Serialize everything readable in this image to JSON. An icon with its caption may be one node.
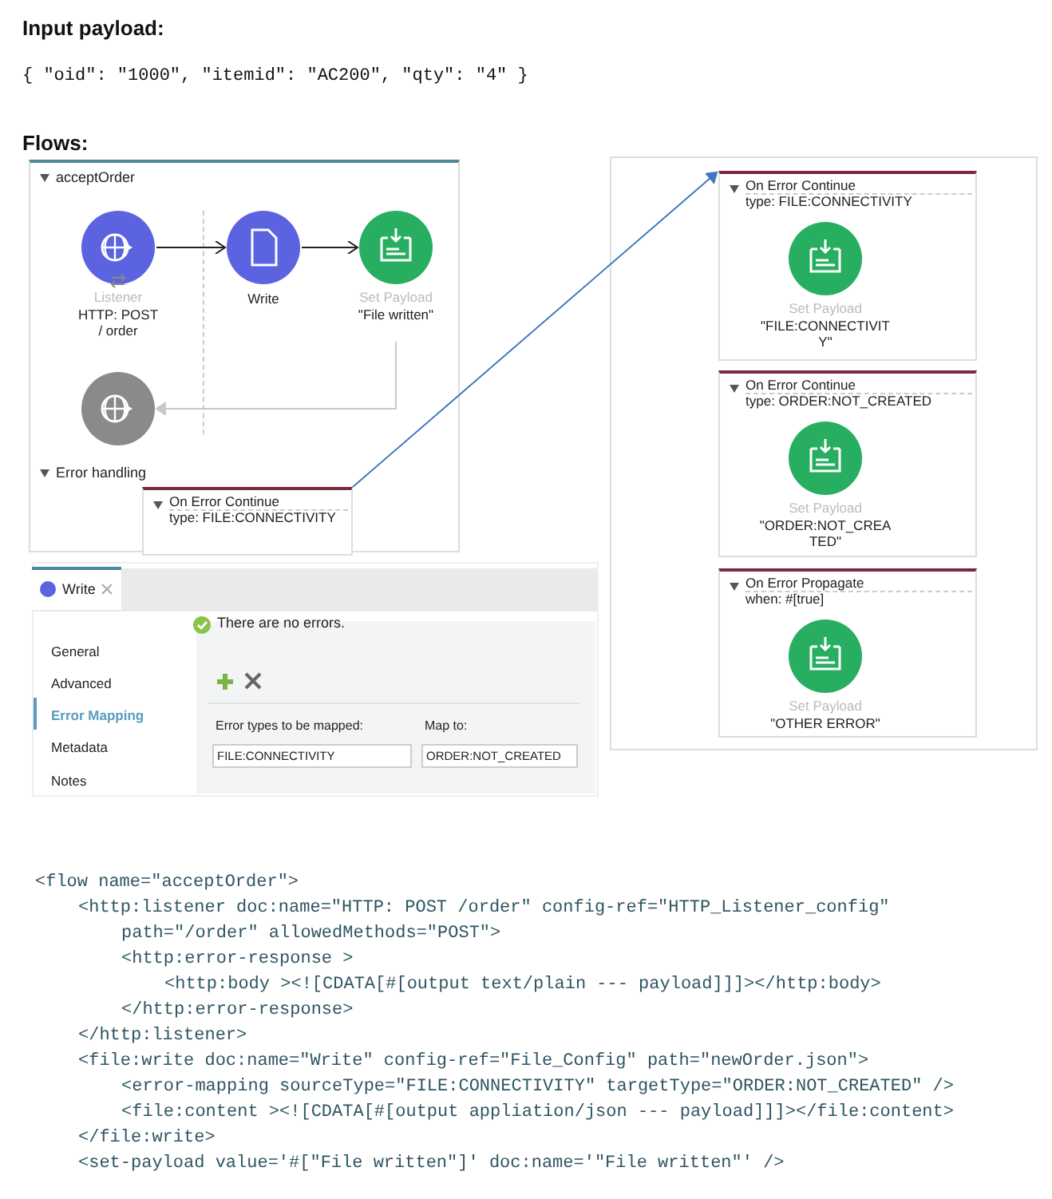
{
  "diagram": {
    "nodes": [
      {
        "text": [
          "acceptOrder",
          "Error handling"
        ]
      },
      {
        "text": [
          "Listener",
          "HTTP: POST / order"
        ],
        "in": 0
      },
      {
        "text": [
          "Write"
        ],
        "in": 0
      },
      {
        "text": [
          "Set Payload",
          "\"File written\""
        ],
        "in": 0
      },
      {
        "text": [],
        "shape": "circle",
        "in": 0
      },
      {
        "text": [
          "On Error Continue",
          "type: FILE:CONNECTIVITY"
        ],
        "in": 0
      },
      {
        "text": [
          "On Error Continue",
          "type: FILE:CONNECTIVITY"
        ]
      },
      {
        "text": [
          "Set Payload",
          "\"FILE:CONNECTIVITY\""
        ],
        "in": 6
      },
      {
        "text": [
          "On Error Continue",
          "type: ORDER:NOT_CREATED"
        ]
      },
      {
        "text": [
          "Set Payload",
          "\"ORDER:NOT_CREATED\""
        ],
        "in": 8
      },
      {
        "text": [
          "On Error Propagate",
          "when: #[true]"
        ]
      },
      {
        "text": [
          "Set Payload",
          "\"OTHER ERROR\""
        ],
        "in": 10
      }
    ],
    "edges": [
      {
        "from": 1,
        "to": 2,
        "arrow": "to"
      },
      {
        "from": 2,
        "to": 3,
        "arrow": "to"
      },
      {
        "from": 3,
        "to": 4,
        "arrow": "to",
        "color": "#c8c8c8"
      },
      {
        "from": 5,
        "to": 6,
        "arrow": "to",
        "color": "#3f78c0"
      }
    ],
    "labels": [
      "Input payload:",
      "{ \"oid\": \"1000\", \"itemid\": \"AC200\", \"qty\": \"4\" }",
      "Flows:",
      "Write",
      "There are no errors.",
      "General",
      "Advanced",
      "Error Mapping",
      "Metadata",
      "Notes",
      "Error types to be mapped:",
      "Map to:",
      "FILE:CONNECTIVITY",
      "ORDER:NOT_CREATED",
      "<flow name=\"acceptOrder\">",
      "<http:listener doc:name=\"HTTP: POST /order\" config-ref=\"HTTP_Listener_config\"",
      "path=\"/order\" allowedMethods=\"POST\">",
      "<http:error-response >",
      "<http:body ><![CDATA[#[output text/plain --- payload]]]></http:body>",
      "</http:error-response>",
      "</http:listener>",
      "<file:write doc:name=\"Write\" config-ref=\"File_Config\" path=\"newOrder.json\">",
      "<error-mapping sourceType=\"FILE:CONNECTIVITY\" targetType=\"ORDER:NOT_CREATED\" />",
      "<file:content ><![CDATA[#[output appliation/json --- payload]]]></file:content>",
      "</file:write>",
      "<set-payload value='#[\"File written\"]' doc:name='\"File written\"' />"
    ]
  }
}
